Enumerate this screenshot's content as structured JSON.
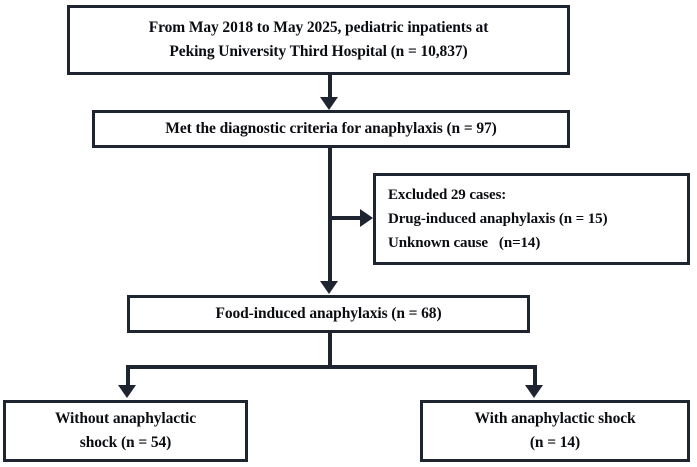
{
  "figure": {
    "type": "flowchart",
    "title": "Patient selection flow diagram",
    "colors": {
      "border": "#1e2430",
      "text": "#0b0d12",
      "background": "#ffffff"
    }
  },
  "nodes": {
    "enrolled": {
      "line1": "From May 2018 to May 2025, pediatric inpatients at",
      "line2": "Peking University Third Hospital (n = 10,837)",
      "n": 10837
    },
    "criteria": {
      "line1": "Met the diagnostic criteria for anaphylaxis (n = 97)",
      "n": 97
    },
    "excluded": {
      "line1": "Excluded 29 cases:",
      "line2": "Drug-induced anaphylaxis (n = 15)",
      "line3": "Unknown cause   (n=14)",
      "n": 29,
      "drug_induced_n": 15,
      "unknown_cause_n": 14
    },
    "food": {
      "line1": "Food-induced anaphylaxis (n = 68)",
      "n": 68
    },
    "without_shock": {
      "line1": "Without anaphylactic",
      "line2": "shock (n = 54)",
      "n": 54
    },
    "with_shock": {
      "line1": "With anaphylactic shock",
      "line2": "(n = 14)",
      "n": 14
    }
  }
}
